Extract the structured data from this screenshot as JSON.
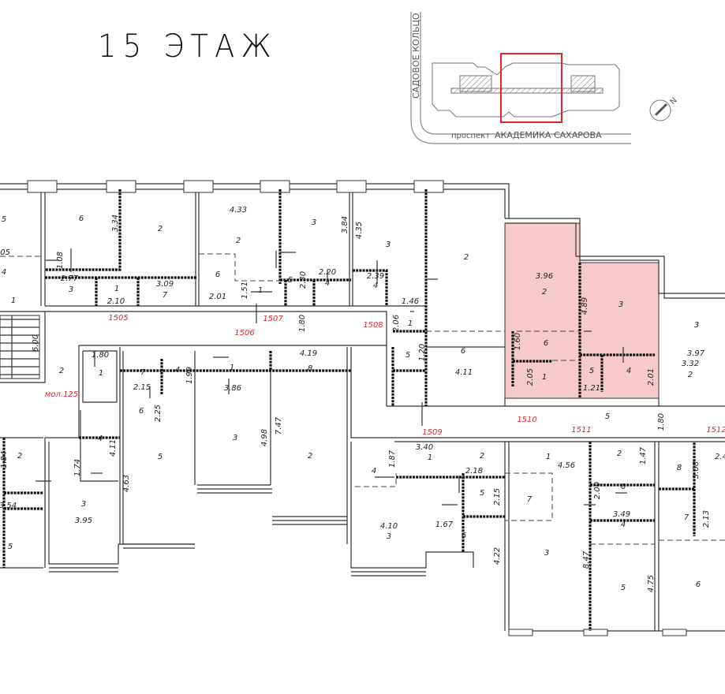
{
  "title": "15 ЭТАЖ",
  "key_plan": {
    "street_vertical": "САДОВОЕ КОЛЬЦО",
    "street_prefix": "проспект",
    "street_horizontal": "АКАДЕМИКА САХАРОВА",
    "compass": "N",
    "highlight_color": "#e0252b"
  },
  "highlight": {
    "fill": "#f6caca"
  },
  "apartment_numbers": [
    "1505",
    "1507",
    "1506",
    "1508",
    "мол.125",
    "1510",
    "1511",
    "1509",
    "1512"
  ],
  "labels": [
    "5",
    "6",
    "3.34",
    "2",
    ".05",
    "4",
    "1.08",
    "2.77",
    "3",
    "1",
    "3.09",
    "7",
    "2.10",
    "1",
    "4.33",
    "2",
    "6",
    "2.01",
    "1.51",
    "1",
    "3",
    "3.84",
    "5",
    "2.30",
    "2.20",
    "4",
    "4.35",
    "3",
    "2.39",
    "4",
    "1.46",
    "2",
    "1.80",
    "2.06",
    "1",
    "5",
    "1.20",
    "6",
    "4.11",
    "6.00",
    "2",
    "1.80",
    "1",
    "7",
    "4",
    "1.99",
    "1",
    "2.15",
    "3.86",
    "4.19",
    "8",
    "6",
    "2.25",
    "7.47",
    "3.96",
    "2",
    "4.89",
    "3",
    "1.60",
    "6",
    "2.05",
    "1",
    "5",
    "1.21",
    "4",
    "2.01",
    "3",
    "3.97",
    "3.32",
    "2",
    "5",
    "1.80",
    "1.84",
    "2",
    "4",
    "4.11",
    "1.74",
    "3.54",
    "3",
    "3.95",
    "5",
    "5",
    "4.63",
    "3",
    "4.98",
    "2",
    "3.40",
    "1",
    "2",
    "1.87",
    "4",
    "2.18",
    "5",
    "2.15",
    "4.10",
    "3",
    "1.67",
    "6",
    "4.22",
    "7",
    "3",
    "1",
    "4.56",
    "2",
    "1.47",
    "6",
    "2.00",
    "3.49",
    "4",
    "8.47",
    "5",
    "4.75",
    "8",
    "3.08",
    "2.4",
    "7",
    "2.13",
    "6"
  ]
}
